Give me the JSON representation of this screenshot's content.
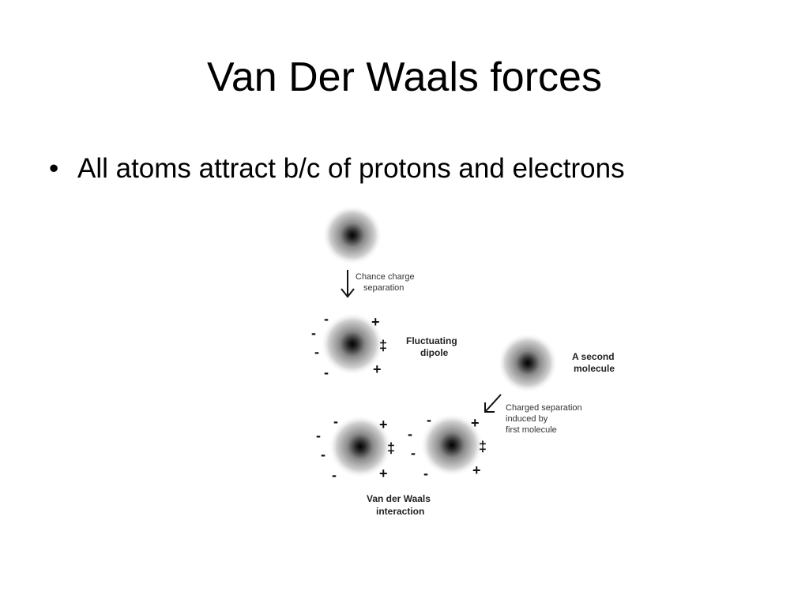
{
  "slide": {
    "title": "Van Der Waals forces",
    "bullets": [
      {
        "glyph": "•",
        "text": "All atoms attract b/c of protons and electrons"
      }
    ]
  },
  "diagram": {
    "labels": {
      "chance_line1": "Chance charge",
      "chance_line2": "separation",
      "fluct_line1": "Fluctuating",
      "fluct_line2": "dipole",
      "second_line1": "A second",
      "second_line2": "molecule",
      "induced_line1": "Charged separation",
      "induced_line2": "induced by",
      "induced_line3": "first molecule",
      "vdw_line1": "Van der Waals",
      "vdw_line2": "interaction"
    },
    "signs": {
      "minus": "-",
      "plus": "+",
      "double_dagger": "‡"
    }
  }
}
